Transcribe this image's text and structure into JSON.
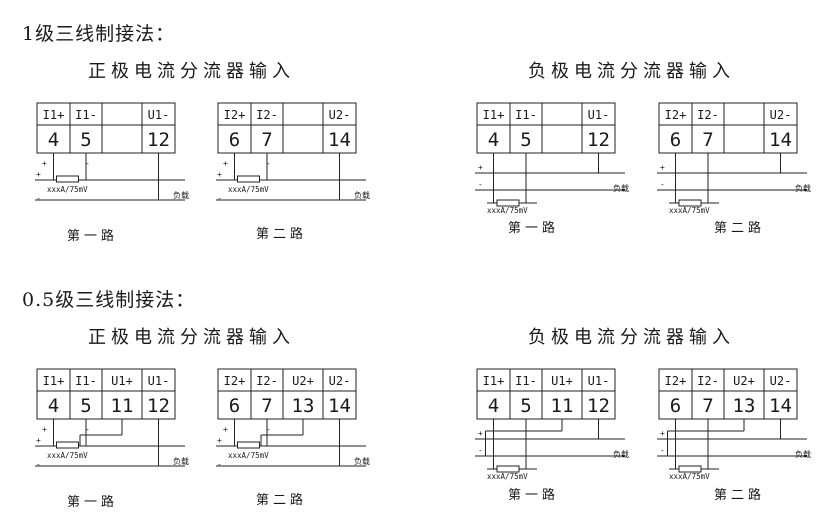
{
  "sections": [
    {
      "title": "1级三线制接法：",
      "groups": [
        {
          "heading": "正极电流分流器输入",
          "circuits": [
            {
              "caption": "第一路",
              "headers": [
                "I1+",
                "I1-",
                "",
                "U1-"
              ],
              "numbers": [
                "4",
                "5",
                "",
                "12"
              ]
            },
            {
              "caption": "第二路",
              "headers": [
                "I2+",
                "I2-",
                "",
                "U2-"
              ],
              "numbers": [
                "6",
                "7",
                "",
                "14"
              ]
            }
          ]
        },
        {
          "heading": "负极电流分流器输入",
          "circuits": [
            {
              "caption": "第一路",
              "headers": [
                "I1+",
                "I1-",
                "",
                "U1-"
              ],
              "numbers": [
                "4",
                "5",
                "",
                "12"
              ]
            },
            {
              "caption": "第二路",
              "headers": [
                "I2+",
                "I2-",
                "",
                "U2-"
              ],
              "numbers": [
                "6",
                "7",
                "",
                "14"
              ]
            }
          ]
        }
      ]
    },
    {
      "title": "0.5级三线制接法：",
      "groups": [
        {
          "heading": "正极电流分流器输入",
          "circuits": [
            {
              "caption": "第一路",
              "headers": [
                "I1+",
                "I1-",
                "U1+",
                "U1-"
              ],
              "numbers": [
                "4",
                "5",
                "11",
                "12"
              ]
            },
            {
              "caption": "第二路",
              "headers": [
                "I2+",
                "I2-",
                "U2+",
                "U2-"
              ],
              "numbers": [
                "6",
                "7",
                "13",
                "14"
              ]
            }
          ]
        },
        {
          "heading": "负极电流分流器输入",
          "circuits": [
            {
              "caption": "第一路",
              "headers": [
                "I1+",
                "I1-",
                "U1+",
                "U1-"
              ],
              "numbers": [
                "4",
                "5",
                "11",
                "12"
              ]
            },
            {
              "caption": "第二路",
              "headers": [
                "I2+",
                "I2-",
                "U2+",
                "U2-"
              ],
              "numbers": [
                "6",
                "7",
                "13",
                "14"
              ]
            }
          ]
        }
      ]
    }
  ],
  "shunt_label": "xxxA/75mV",
  "load_label": "负载",
  "plus_sign": "+",
  "minus_sign": "-"
}
